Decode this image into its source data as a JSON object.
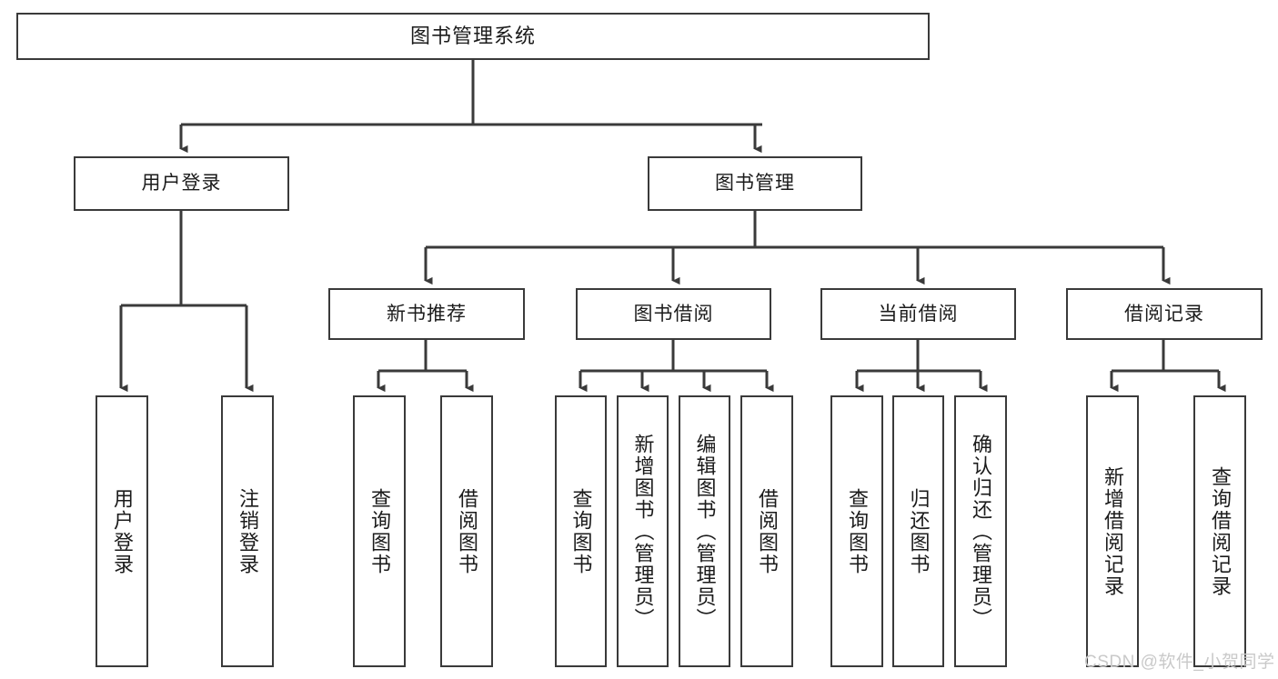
{
  "diagram": {
    "title": "图书管理系统",
    "watermark": "CSDN @软件_小贺同学",
    "line_color": "#3a3a3a",
    "box_border_color": "#3a3a3a",
    "box_fill": "#ffffff",
    "text_color": "#1b1b1b",
    "watermark_color": "#c9c9c9",
    "root": {
      "label": "图书管理系统"
    },
    "level1": [
      {
        "label": "用户登录"
      },
      {
        "label": "图书管理"
      }
    ],
    "level2": [
      {
        "label": "新书推荐"
      },
      {
        "label": "图书借阅"
      },
      {
        "label": "当前借阅"
      },
      {
        "label": "借阅记录"
      }
    ],
    "leaves": {
      "user_login": [
        {
          "label": "用户登录"
        },
        {
          "label": "注销登录"
        }
      ],
      "new_book": [
        {
          "label": "查询图书"
        },
        {
          "label": "借阅图书"
        }
      ],
      "book_borrow": [
        {
          "label": "查询图书"
        },
        {
          "label": "新增图书（管理员）"
        },
        {
          "label": "编辑图书（管理员）"
        },
        {
          "label": "借阅图书"
        }
      ],
      "current_borrow": [
        {
          "label": "查询图书"
        },
        {
          "label": "归还图书"
        },
        {
          "label": "确认归还（管理员）"
        }
      ],
      "borrow_record": [
        {
          "label": "新增借阅记录"
        },
        {
          "label": "查询借阅记录"
        }
      ]
    }
  }
}
